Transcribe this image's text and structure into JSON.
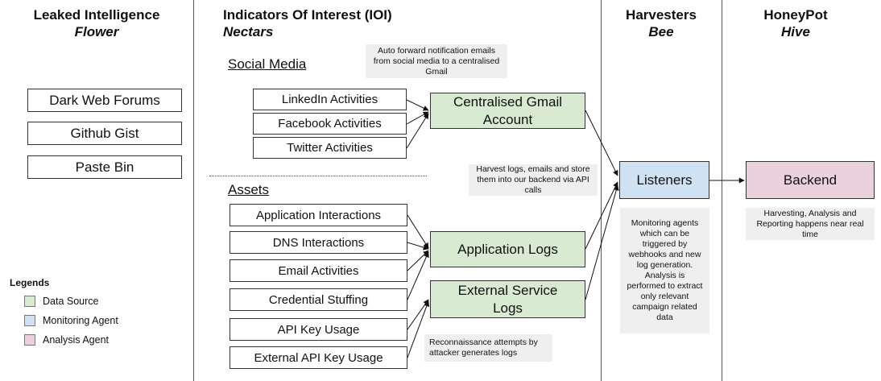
{
  "columns": {
    "leaked": {
      "title": "Leaked Intelligence",
      "subtitle": "Flower"
    },
    "ioi": {
      "title": "Indicators Of Interest (IOI)",
      "subtitle": "Nectars"
    },
    "harvesters": {
      "title": "Harvesters",
      "subtitle": "Bee"
    },
    "honeypot": {
      "title": "HoneyPot",
      "subtitle": "Hive"
    }
  },
  "leaked_sources": [
    "Dark Web Forums",
    "Github Gist",
    "Paste Bin"
  ],
  "social": {
    "heading": "Social Media",
    "items": [
      "LinkedIn Activities",
      "Facebook Activities",
      "Twitter Activities"
    ],
    "target": "Centralised Gmail Account",
    "note": "Auto forward notification emails from social media to a centralised Gmail"
  },
  "assets": {
    "heading": "Assets",
    "items": [
      "Application Interactions",
      "DNS Interactions",
      "Email Activities",
      "Credential Stuffing",
      "API Key Usage",
      "External API Key Usage"
    ],
    "target_app": "Application Logs",
    "target_ext": "External Service Logs",
    "note": "Reconnaissance attempts by attacker generates logs"
  },
  "harvest_note": "Harvest logs, emails and store them into our backend via API calls",
  "listeners": {
    "label": "Listeners",
    "note": "Monitoring agents which can be triggered  by webhooks and new log generation. Analysis is performed to extract only relevant campaign related data"
  },
  "backend": {
    "label": "Backend",
    "note": "Harvesting, Analysis and Reporting happens near real time"
  },
  "legend": {
    "title": "Legends",
    "items": [
      {
        "label": "Data Source",
        "color": "#d9ead3"
      },
      {
        "label": "Monitoring Agent",
        "color": "#cfe2f3"
      },
      {
        "label": "Analysis Agent",
        "color": "#ead1dc"
      }
    ]
  }
}
